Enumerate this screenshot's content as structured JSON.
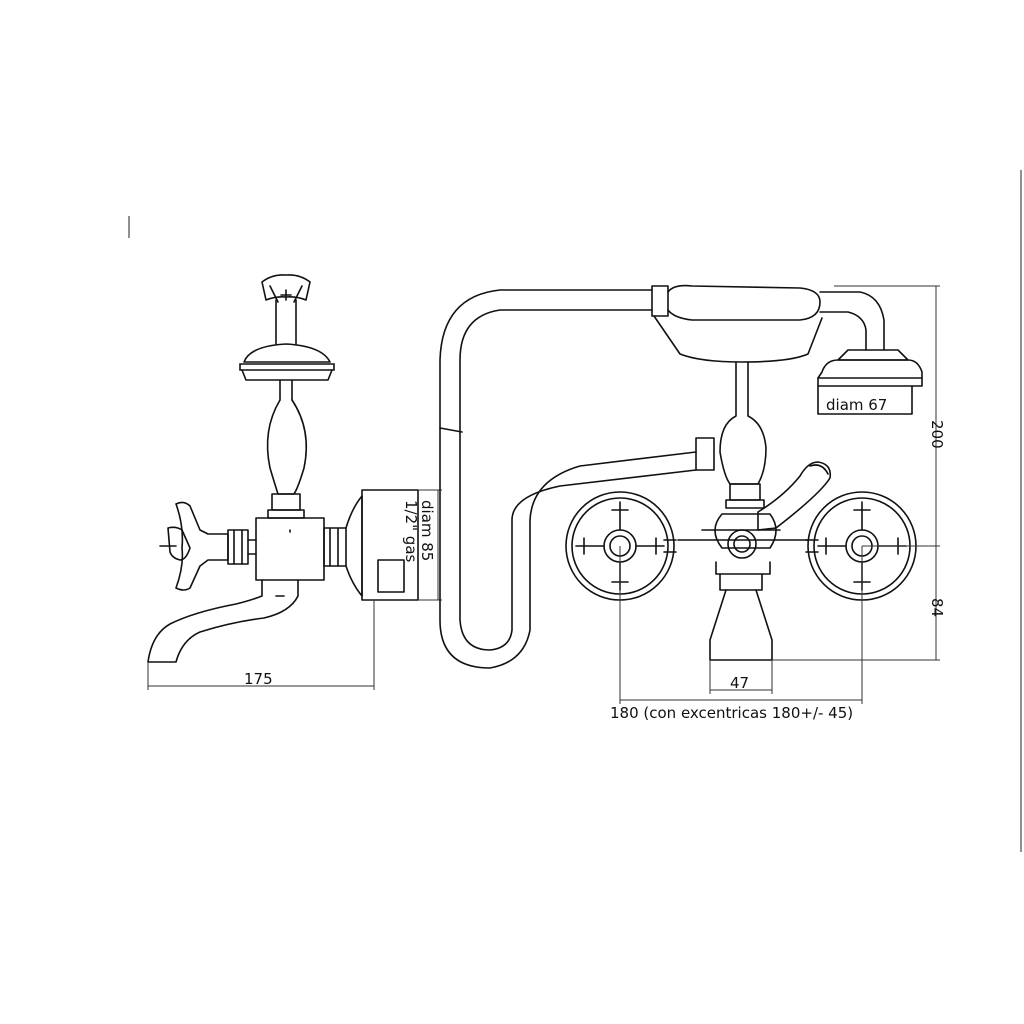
{
  "labels": {
    "width_spout": "175",
    "diam_flange": "diam 85",
    "thread": "1/2\" gas",
    "diam_shower": "diam 67",
    "height": "200",
    "depth": "84",
    "body_width": "47",
    "spacing": "180 (con excentricas 180+/- 45)"
  }
}
